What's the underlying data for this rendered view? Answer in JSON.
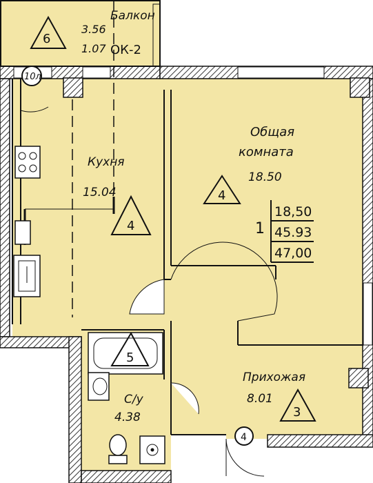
{
  "colors": {
    "floor": "#f3e6a6",
    "wall": "#111111",
    "hatch": "#333333",
    "background": "#ffffff"
  },
  "balcony": {
    "name": "Балкон",
    "area_a": "3.56",
    "area_b": "1.07",
    "window_code": "ОК-2",
    "marker": "6"
  },
  "corner_marker": "10л",
  "kitchen": {
    "name": "Кухня",
    "area": "15.04",
    "marker": "4"
  },
  "living": {
    "name_line1": "Общая",
    "name_line2": "комната",
    "area": "18.50",
    "marker": "4"
  },
  "summary": {
    "rooms": "1",
    "living_area": "18,50",
    "total_area": "45.93",
    "total_with_balcony": "47,00"
  },
  "bathroom": {
    "name": "С/у",
    "area": "4.38",
    "marker": "5"
  },
  "hallway": {
    "name": "Прихожая",
    "area": "8.01",
    "marker": "3"
  },
  "entry_marker": "4",
  "icons": [
    "stove-icon",
    "sink-icon",
    "bathtub-icon",
    "washbasin-icon",
    "toilet-icon",
    "shower-drain-icon",
    "door-swing-icon",
    "column-icon"
  ]
}
